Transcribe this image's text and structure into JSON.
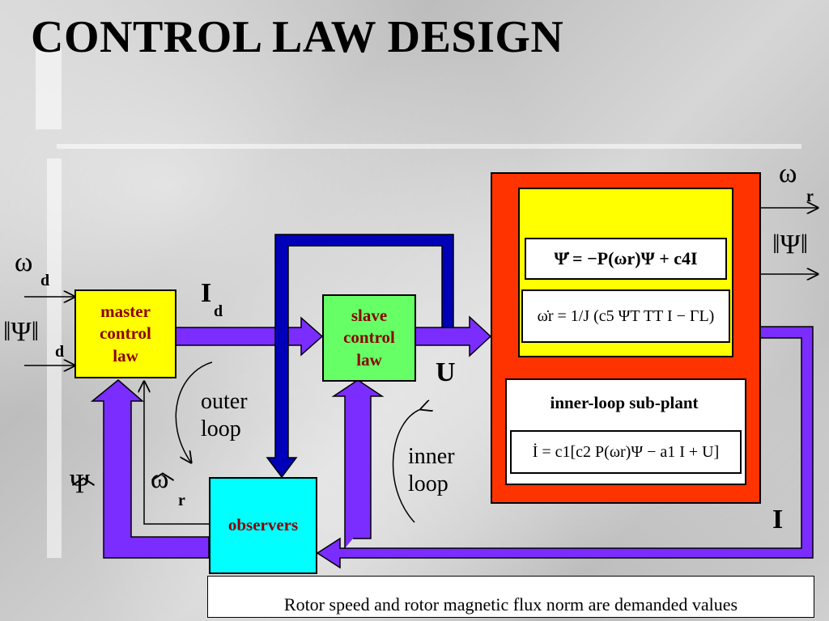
{
  "title": "CONTROL LAW DESIGN",
  "blocks": {
    "master": [
      "master",
      "control",
      "law"
    ],
    "slave": [
      "slave",
      "control",
      "law"
    ],
    "observers": "observers",
    "subplant": "inner-loop sub-plant"
  },
  "signals": {
    "omega": "ω",
    "d": "d",
    "r": "r",
    "psi": "Ψ",
    "I": "I",
    "U": "U"
  },
  "loops": {
    "outer": [
      "outer",
      "loop"
    ],
    "inner": [
      "inner",
      "loop"
    ]
  },
  "equations": {
    "eq1": "Ψ̇ = −P(ωr)Ψ + c4I",
    "eq2": "ω̇r = 1/J (c5 ΨT TT I − ΓL)",
    "eq3": "İ = c1[c2 P(ωr)Ψ − a1 I + U]"
  },
  "caption": "Rotor speed and rotor magnetic flux norm are demanded values",
  "colors": {
    "arrow": "#7b2cff",
    "feedback_arrow": "#0000b8",
    "plant": "#ff3300",
    "master": "#ffff00",
    "slave": "#66ff66",
    "observers": "#00ffff"
  }
}
